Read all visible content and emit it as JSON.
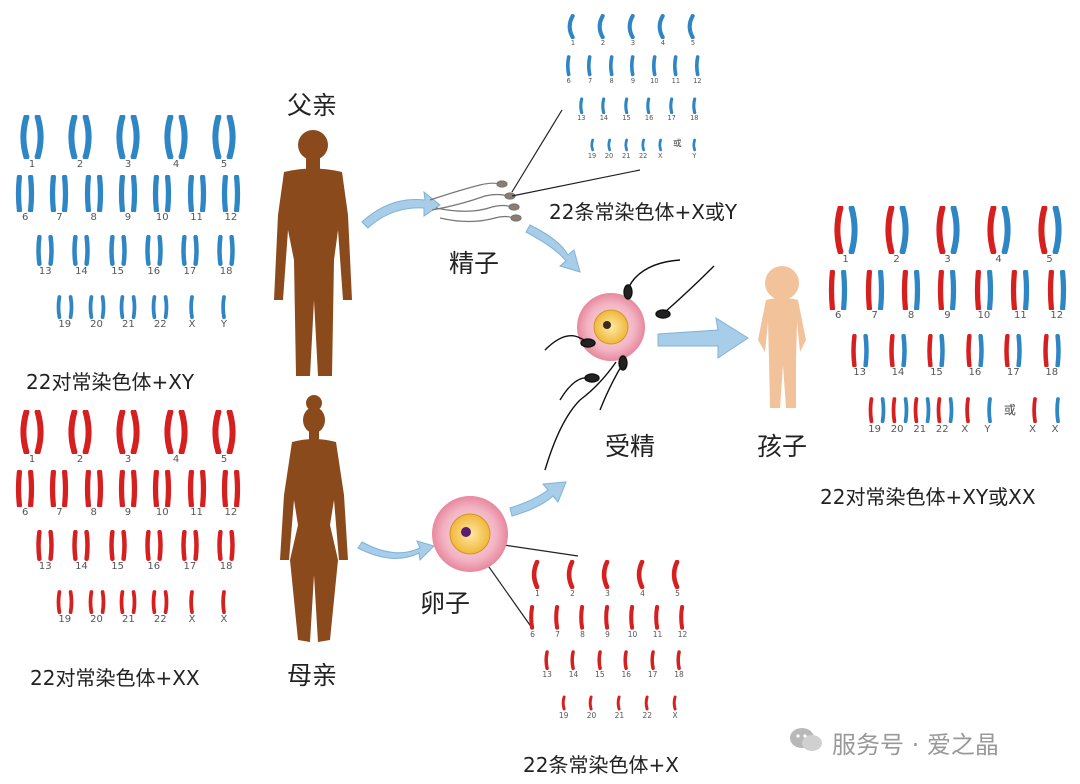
{
  "labels": {
    "father": "父亲",
    "mother": "母亲",
    "sperm": "精子",
    "egg": "卵子",
    "fertilization": "受精",
    "child": "孩子"
  },
  "captions": {
    "father_karyotype": "22对常染色体+XY",
    "mother_karyotype": "22对常染色体+XX",
    "sperm_karyotype": "22条常染色体+X或Y",
    "egg_karyotype": "22条常染色体+X",
    "child_karyotype": "22对常染色体+XY或XX"
  },
  "watermark": "服务号 · 爱之晶",
  "colors": {
    "paternal": "#2f86c4",
    "maternal": "#d62020",
    "adult_body": "#8b4a1c",
    "child_body": "#f2c29a",
    "arrow": "#a8cde8",
    "egg_outer": "#f2b3c2",
    "egg_inner": "#f5c44a"
  },
  "karyotypes": {
    "father": {
      "rows": [
        [
          "1",
          "2",
          "3",
          "4",
          "5"
        ],
        [
          "6",
          "7",
          "8",
          "9",
          "10",
          "11",
          "12"
        ],
        [
          "13",
          "14",
          "15",
          "16",
          "17",
          "18"
        ],
        [
          "19",
          "20",
          "21",
          "22",
          "X",
          "Y"
        ]
      ]
    },
    "mother": {
      "rows": [
        [
          "1",
          "2",
          "3",
          "4",
          "5"
        ],
        [
          "6",
          "7",
          "8",
          "9",
          "10",
          "11",
          "12"
        ],
        [
          "13",
          "14",
          "15",
          "16",
          "17",
          "18"
        ],
        [
          "19",
          "20",
          "21",
          "22",
          "X",
          "X"
        ]
      ]
    },
    "sperm": {
      "rows": [
        [
          "1",
          "2",
          "3",
          "4",
          "5"
        ],
        [
          "6",
          "7",
          "8",
          "9",
          "10",
          "11",
          "12"
        ],
        [
          "13",
          "14",
          "15",
          "16",
          "17",
          "18"
        ],
        [
          "19",
          "20",
          "21",
          "22",
          "X",
          "或",
          "Y"
        ]
      ]
    },
    "egg": {
      "rows": [
        [
          "1",
          "2",
          "3",
          "4",
          "5"
        ],
        [
          "6",
          "7",
          "8",
          "9",
          "10",
          "11",
          "12"
        ],
        [
          "13",
          "14",
          "15",
          "16",
          "17",
          "18"
        ],
        [
          "19",
          "20",
          "21",
          "22",
          "X"
        ]
      ]
    },
    "child": {
      "rows": [
        [
          "1",
          "2",
          "3",
          "4",
          "5"
        ],
        [
          "6",
          "7",
          "8",
          "9",
          "10",
          "11",
          "12"
        ],
        [
          "13",
          "14",
          "15",
          "16",
          "17",
          "18"
        ],
        [
          "19",
          "20",
          "21",
          "22",
          "X",
          "Y",
          "或",
          "X",
          "X"
        ]
      ]
    }
  }
}
